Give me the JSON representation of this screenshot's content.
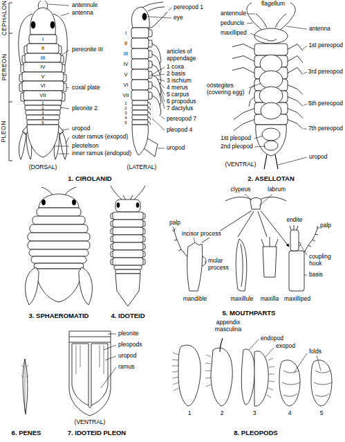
{
  "diagram": {
    "labels": [
      "CEPHALON",
      "PEREON",
      "PLEON",
      "antennule",
      "antenna",
      "pereonite III",
      "coxal plate",
      "pleonite 2",
      "uropod",
      "outer ramus (exopod)",
      "pleotelson",
      "inner ramus (endopod)",
      "I",
      "II",
      "III",
      "IV",
      "V",
      "VI",
      "VII",
      "1",
      "2",
      "3",
      "4",
      "5",
      "(DORSAL)",
      "pereopod 1",
      "eye",
      "i",
      "II",
      "III",
      "IV",
      "V",
      "VI",
      "VII",
      "1",
      "2",
      "3",
      "4",
      "5",
      "articles of appendage",
      "1 coxa",
      "2 basis",
      "3 ischium",
      "4 merus",
      "5 carpus",
      "6 propodus",
      "7 dactylus",
      "pereopod 7",
      "pleopod 4",
      "uropod",
      "(LATERAL)",
      "1. CIROLANID",
      "flagellum",
      "antennule",
      "peduncle",
      "maxilliped",
      "antenna",
      "1st pereopod",
      "3rd pereopod",
      "oöstegites (covering egg)",
      "5th pereopod",
      "7th pereopod",
      "1st pleopod",
      "2nd pleopod",
      "uropod",
      "(VENTRAL)",
      "2. ASELLOTAN",
      "3. SPHAEROMATID",
      "4. IDOTEID",
      "clypeus",
      "labrum",
      "palp",
      "incisor process",
      "molar process",
      "mandible",
      "maxillule",
      "maxilla",
      "endite",
      "palp",
      "coupling hook",
      "basis",
      "maxilliped",
      "5. MOUTHPARTS",
      "6. PENES",
      "pleonite",
      "pleopods",
      "uropod",
      "ramus",
      "(VENTRAL)",
      "7. IDOTEID PLEON",
      "appendix masculina",
      "endopod",
      "exopod",
      "folds",
      "1",
      "2",
      "3",
      "4",
      "5",
      "8. PLEOPODS"
    ]
  }
}
